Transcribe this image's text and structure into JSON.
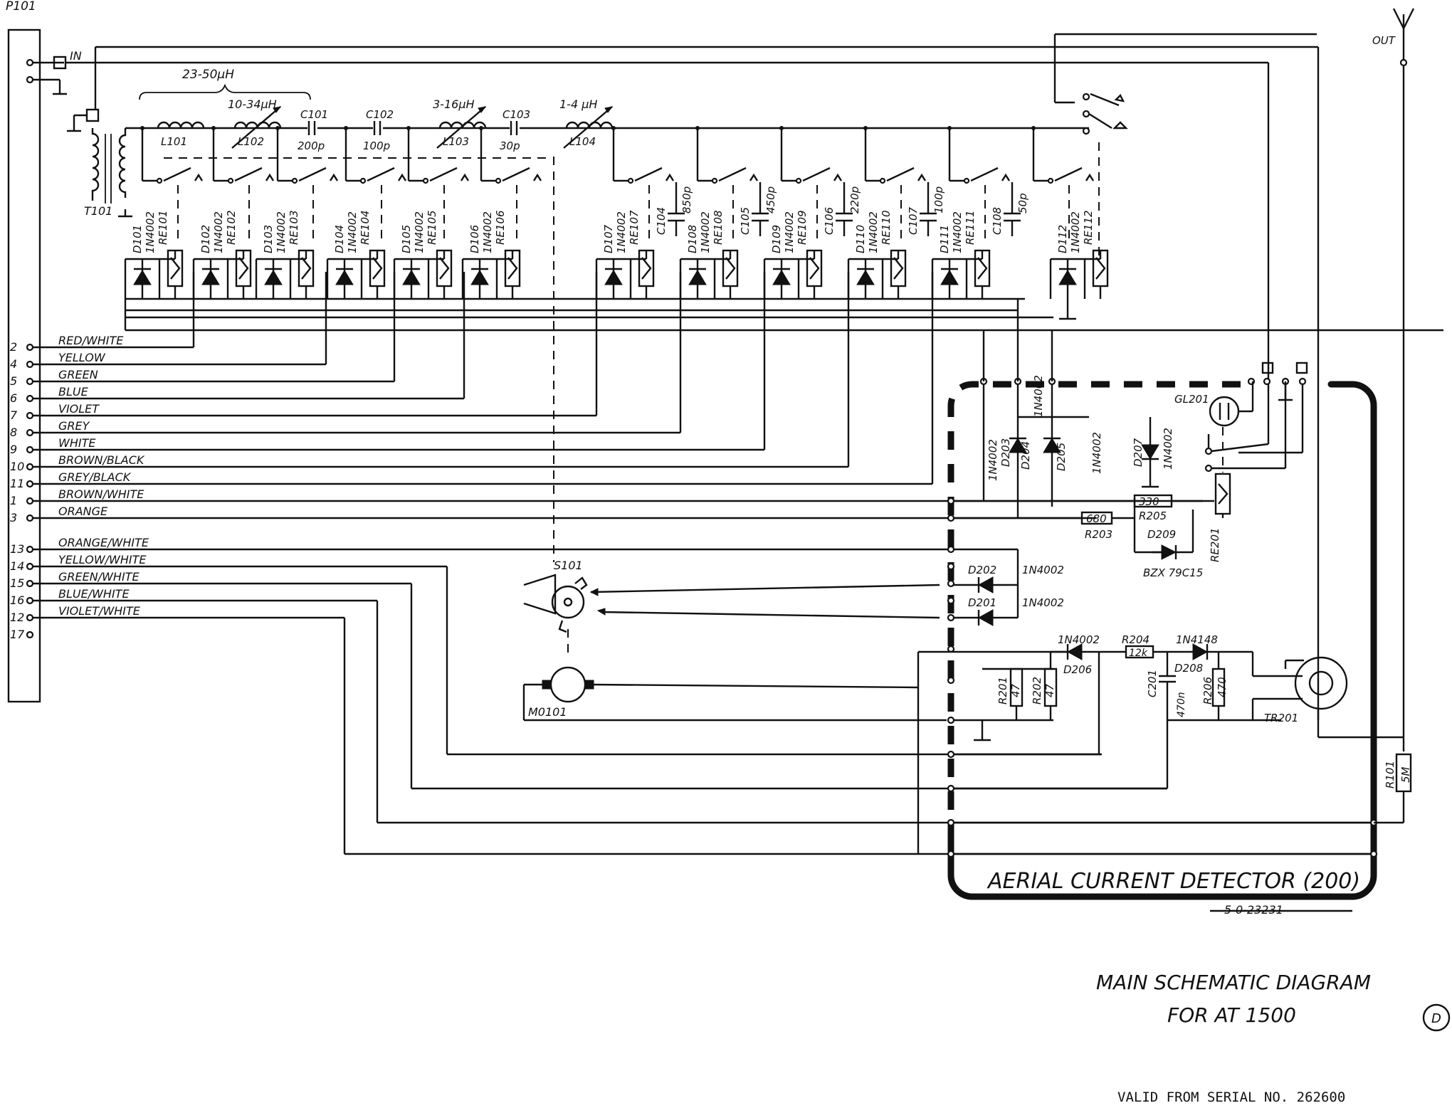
{
  "connector": {
    "label": "P101",
    "pins": [
      {
        "num": "2",
        "wire": "RED/WHITE"
      },
      {
        "num": "4",
        "wire": "YELLOW"
      },
      {
        "num": "5",
        "wire": "GREEN"
      },
      {
        "num": "6",
        "wire": "BLUE"
      },
      {
        "num": "7",
        "wire": "VIOLET"
      },
      {
        "num": "8",
        "wire": "GREY"
      },
      {
        "num": "9",
        "wire": "WHITE"
      },
      {
        "num": "10",
        "wire": "BROWN/BLACK"
      },
      {
        "num": "11",
        "wire": "GREY/BLACK"
      },
      {
        "num": "1",
        "wire": "BROWN/WHITE"
      },
      {
        "num": "3",
        "wire": "ORANGE"
      },
      {
        "num": "13",
        "wire": "ORANGE/WHITE"
      },
      {
        "num": "14",
        "wire": "YELLOW/WHITE"
      },
      {
        "num": "15",
        "wire": "GREEN/WHITE"
      },
      {
        "num": "16",
        "wire": "BLUE/WHITE"
      },
      {
        "num": "12",
        "wire": "VIOLET/WHITE"
      },
      {
        "num": "17",
        "wire": ""
      }
    ]
  },
  "terminals": {
    "in": "IN",
    "out": "OUT"
  },
  "transformer": "T101",
  "inductors": [
    {
      "ref": "L101",
      "value": ""
    },
    {
      "ref": "L102",
      "value": "10-34μH"
    },
    {
      "ref": "L103",
      "value": "3-16μH"
    },
    {
      "ref": "L104",
      "value": "1-4 μH"
    }
  ],
  "inductor_range": "23-50μH",
  "series_caps": [
    {
      "ref": "C101",
      "value": "200p"
    },
    {
      "ref": "C102",
      "value": "100p"
    },
    {
      "ref": "C103",
      "value": "30p"
    }
  ],
  "shunt_caps": [
    {
      "ref": "C104",
      "value": "850p"
    },
    {
      "ref": "C105",
      "value": "450p"
    },
    {
      "ref": "C106",
      "value": "220p"
    },
    {
      "ref": "C107",
      "value": "100p"
    },
    {
      "ref": "C108",
      "value": "50p"
    }
  ],
  "relay_cells": [
    {
      "diode": "D101",
      "type": "1N4002",
      "relay": "RE101"
    },
    {
      "diode": "D102",
      "type": "1N4002",
      "relay": "RE102"
    },
    {
      "diode": "D103",
      "type": "1N4002",
      "relay": "RE103"
    },
    {
      "diode": "D104",
      "type": "1N4002",
      "relay": "RE104"
    },
    {
      "diode": "D105",
      "type": "1N4002",
      "relay": "RE105"
    },
    {
      "diode": "D106",
      "type": "1N4002",
      "relay": "RE106"
    },
    {
      "diode": "D107",
      "type": "1N4002",
      "relay": "RE107"
    },
    {
      "diode": "D108",
      "type": "1N4002",
      "relay": "RE108"
    },
    {
      "diode": "D109",
      "type": "1N4002",
      "relay": "RE109"
    },
    {
      "diode": "D110",
      "type": "1N4002",
      "relay": "RE110"
    },
    {
      "diode": "D111",
      "type": "1N4002",
      "relay": "RE111"
    },
    {
      "diode": "D112",
      "type": "1N4002",
      "relay": "RE112"
    }
  ],
  "detector": {
    "title": "AERIAL CURRENT DETECTOR  (200)",
    "part_no": "5-0-23231",
    "diodes": [
      {
        "ref": "D203",
        "type": "1N4002"
      },
      {
        "ref": "D204",
        "type": "1N4002"
      },
      {
        "ref": "D205",
        "type": "1N4002"
      },
      {
        "ref": "D207",
        "type": "1N4002"
      },
      {
        "ref": "D202",
        "type": "1N4002"
      },
      {
        "ref": "D201",
        "type": "1N4002"
      },
      {
        "ref": "D206",
        "type": "1N4002"
      },
      {
        "ref": "D208",
        "type": "1N4148"
      }
    ],
    "zener": {
      "ref": "D209",
      "type": "BZX 79C15"
    },
    "lamp": "GL201",
    "relay": "RE201",
    "r203": {
      "ref": "R203",
      "value": "680"
    },
    "r205": {
      "ref": "R205",
      "value": "330"
    },
    "r201": {
      "ref": "R201",
      "value": "47"
    },
    "r202": {
      "ref": "R202",
      "value": "47"
    },
    "r204": {
      "ref": "R204",
      "value": "12k"
    },
    "r206": {
      "ref": "R206",
      "value": "470"
    },
    "c201": {
      "ref": "C201",
      "value": "470n"
    },
    "tr": "TR201"
  },
  "switch": "S101",
  "motor": "M0101",
  "r101": {
    "ref": "R101",
    "value": "5M"
  },
  "title_line1": "MAIN SCHEMATIC DIAGRAM",
  "title_line2": "FOR AT 1500",
  "revision": "D",
  "serial_note": "VALID FROM SERIAL NO. 262600"
}
